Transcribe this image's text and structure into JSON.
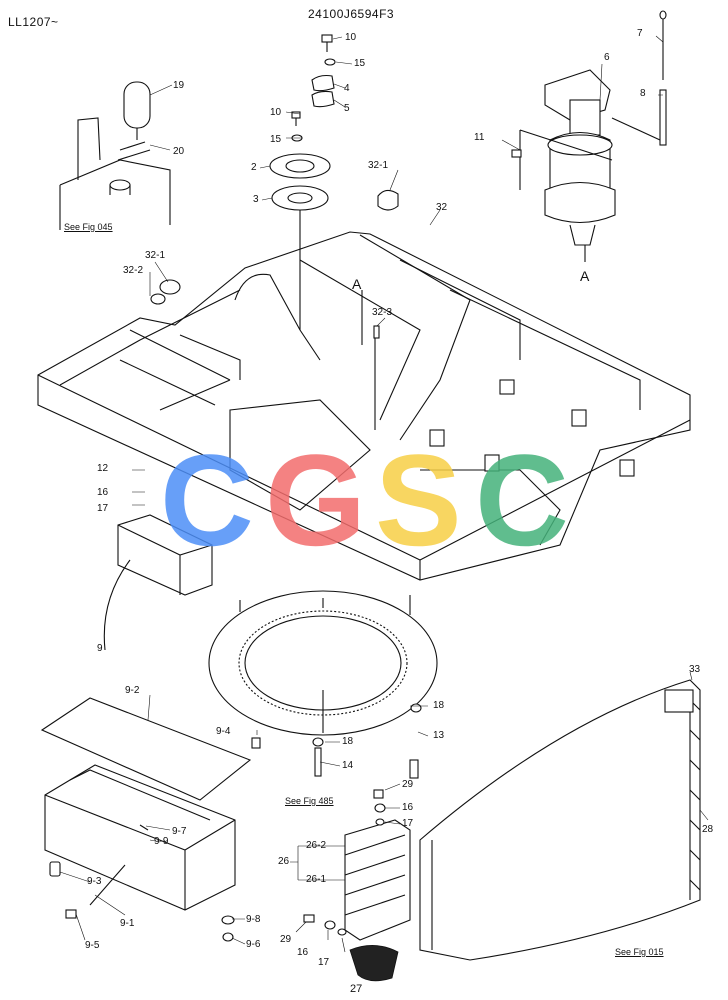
{
  "header": {
    "serial_range": "LL1207~",
    "part_number": "24100J6594F3"
  },
  "page_number": "27",
  "watermark": {
    "letters": [
      "C",
      "G",
      "S",
      "C"
    ],
    "colors": [
      "#4c8ef7",
      "#f26c6c",
      "#f7cf45",
      "#44b27a"
    ]
  },
  "references": {
    "fig045": "See Fig 045",
    "fig485": "See Fig 485",
    "fig015": "See Fig 015"
  },
  "section_marks": {
    "a_upper": "A",
    "a_lower": "A"
  },
  "callouts": {
    "c1": "10",
    "c2": "15",
    "c3": "19",
    "c4": "4",
    "c5": "5",
    "c6": "10",
    "c7": "15",
    "c8": "20",
    "c9": "2",
    "c10": "3",
    "c11": "32-1",
    "c12": "32",
    "c13": "6",
    "c14": "7",
    "c15": "8",
    "c16": "11",
    "c17": "32-1",
    "c18": "32-2",
    "c19": "32-3",
    "c20": "12",
    "c21": "16",
    "c22": "17",
    "c23": "9",
    "c24": "9-2",
    "c25": "9-4",
    "c26": "9-7",
    "c27": "9-9",
    "c28": "9-3",
    "c29": "9-1",
    "c30": "9-5",
    "c31": "9-8",
    "c32": "9-6",
    "c33": "18",
    "c34": "13",
    "c35": "18",
    "c36": "14",
    "c37": "29",
    "c38": "16",
    "c39": "17",
    "c40": "26-2",
    "c41": "26",
    "c42": "26-1",
    "c43": "29",
    "c44": "16",
    "c45": "17",
    "c46": "33",
    "c47": "28"
  }
}
